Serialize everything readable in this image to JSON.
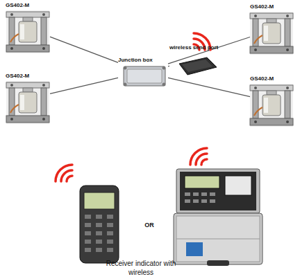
{
  "diagram": {
    "caption": "Receiver indicator with wireless",
    "nodes": [
      {
        "text": [
          "GS402-M"
        ]
      },
      {
        "text": [
          "GS402-M"
        ]
      },
      {
        "text": [
          "wireless send port"
        ]
      },
      {
        "text": [
          "Junction box"
        ]
      },
      {
        "text": [
          "GS402-M"
        ]
      },
      {
        "text": [
          "GS402-M"
        ]
      }
    ],
    "edges": [
      {
        "from": 0,
        "to": 3,
        "arrow": "none"
      },
      {
        "from": 4,
        "to": 3,
        "arrow": "none"
      },
      {
        "from": 3,
        "to": 1,
        "arrow": "none"
      },
      {
        "from": 3,
        "to": 5,
        "arrow": "none"
      },
      {
        "from": 3,
        "to": 2,
        "arrow": "none"
      }
    ],
    "labels": [
      "OR"
    ]
  }
}
